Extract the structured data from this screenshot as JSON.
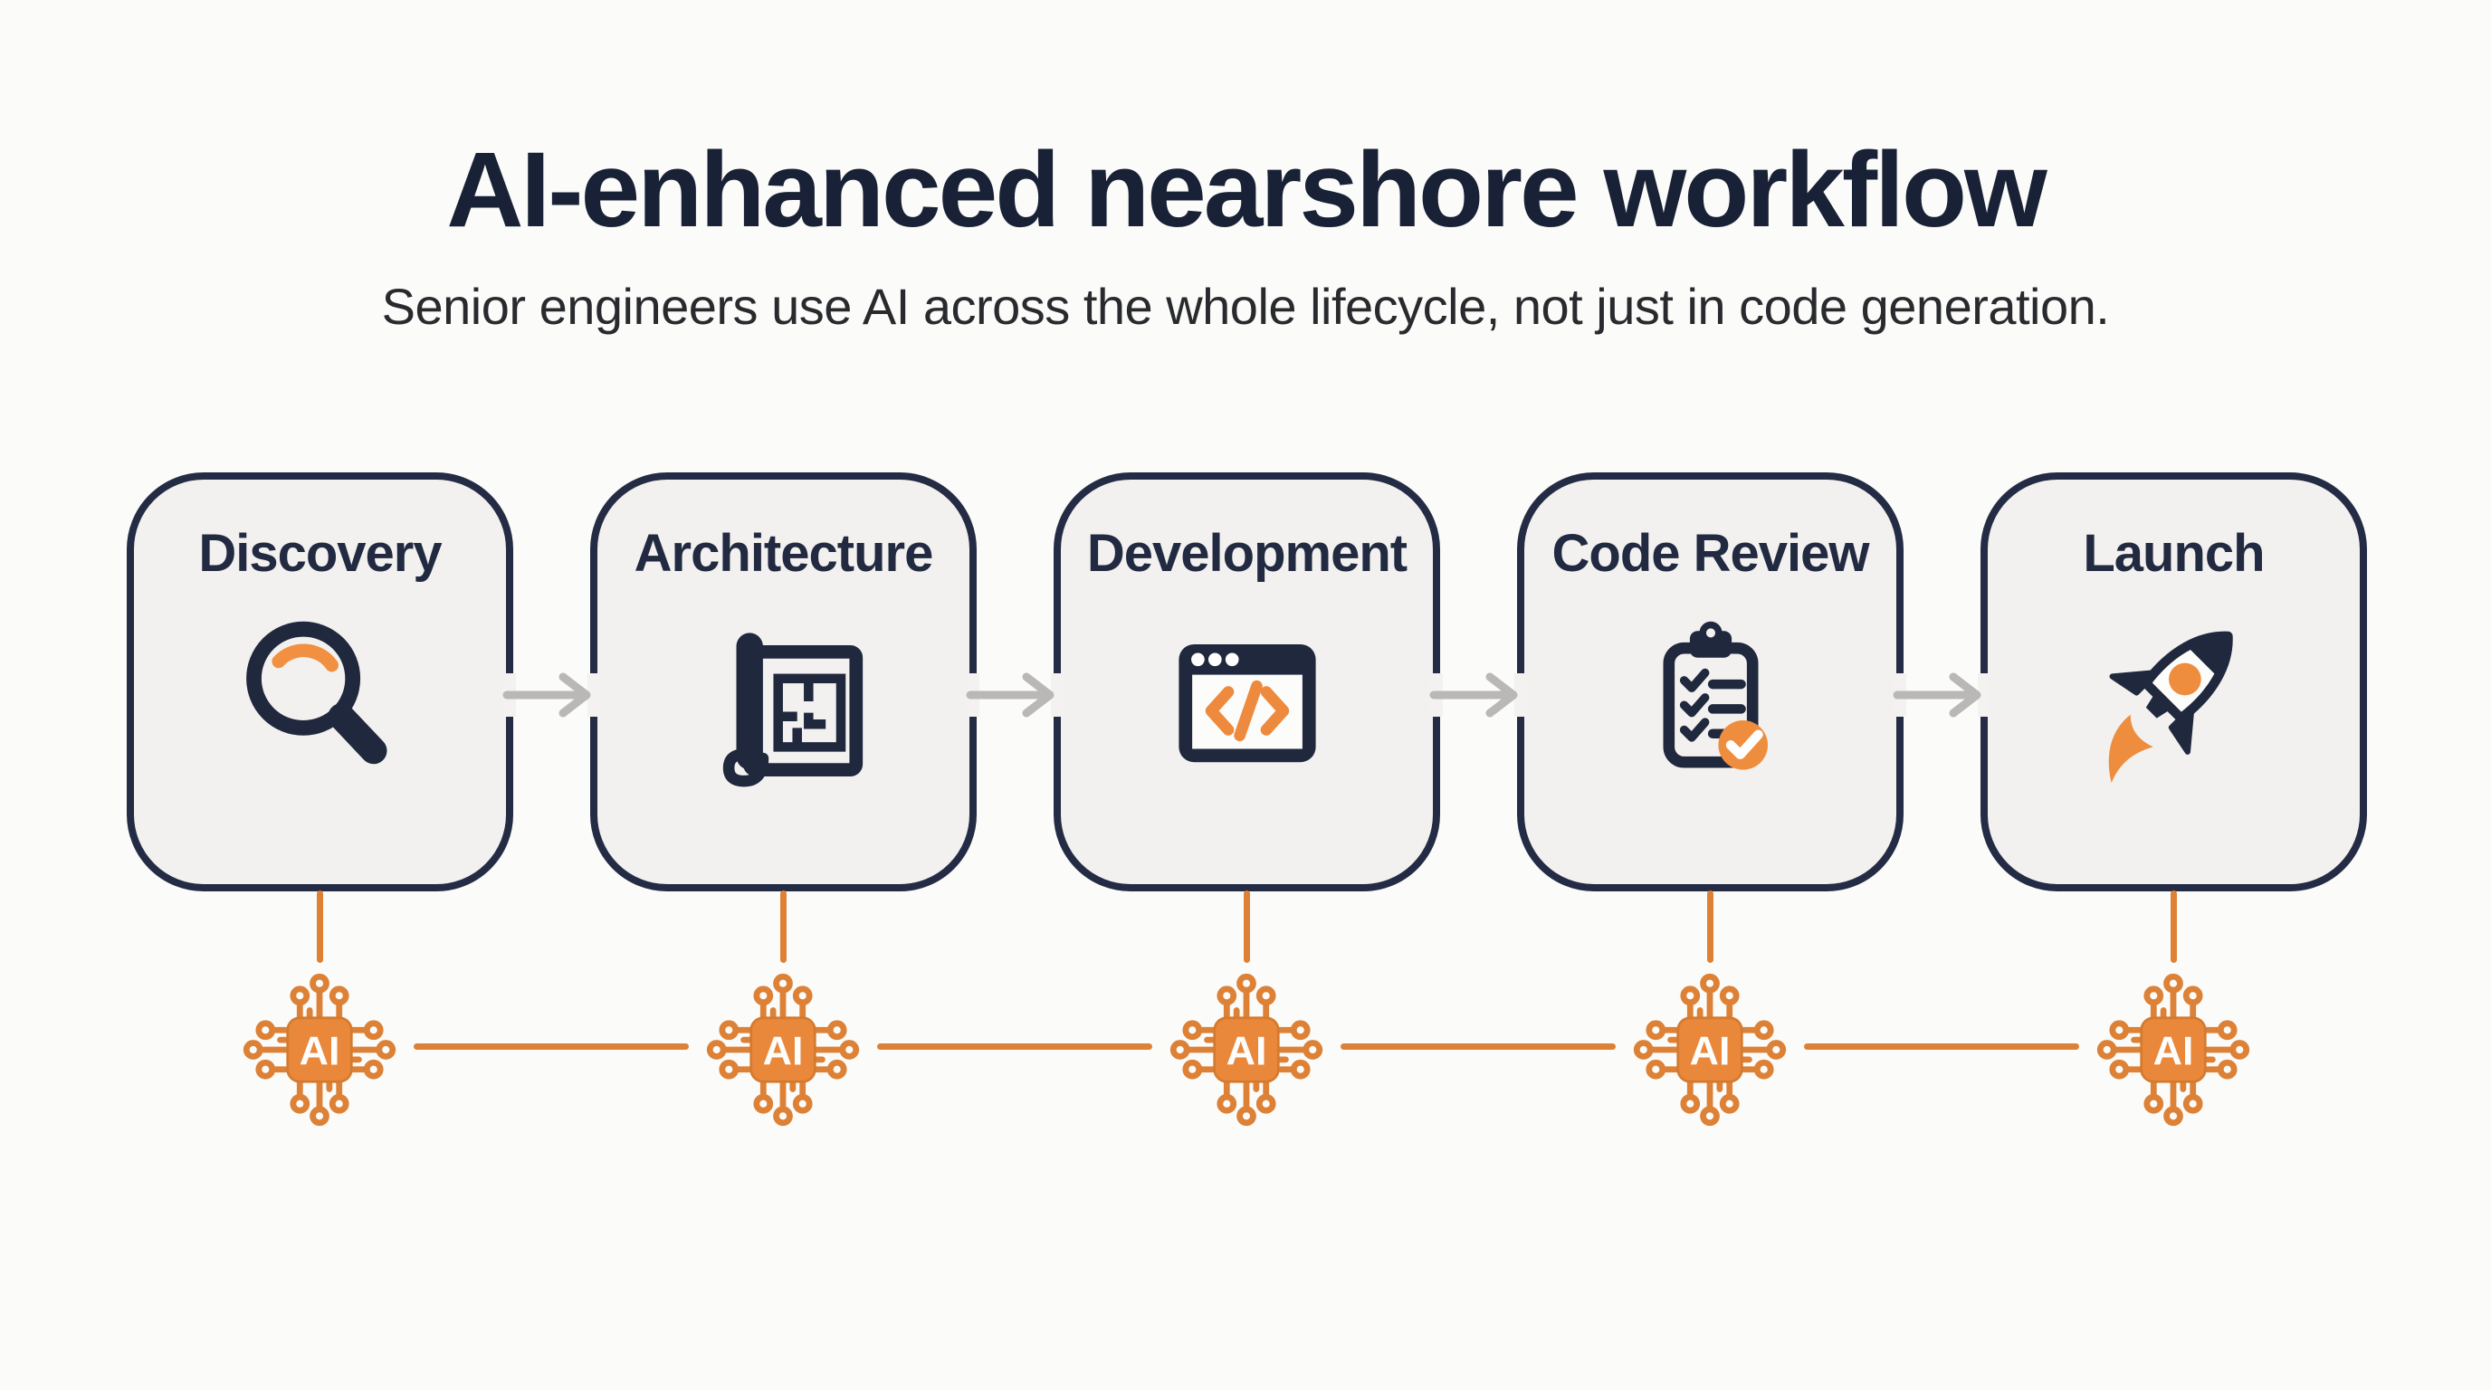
{
  "header": {
    "title": "AI-enhanced nearshore workflow",
    "subtitle": "Senior engineers use AI across the whole lifecycle, not just in code generation."
  },
  "workflow": {
    "stages": [
      {
        "label": "Discovery",
        "icon": "magnifier-icon"
      },
      {
        "label": "Architecture",
        "icon": "blueprint-icon"
      },
      {
        "label": "Development",
        "icon": "code-window-icon"
      },
      {
        "label": "Code Review",
        "icon": "checklist-icon"
      },
      {
        "label": "Launch",
        "icon": "rocket-icon"
      }
    ],
    "ai_chip_label": "AI"
  },
  "colors": {
    "navy": "#242B44",
    "title_text": "#182135",
    "orange_line": "#DD8136",
    "chip_orange": "#E9873B",
    "accent_orange": "#EE8D3D",
    "arrow_gray": "#B9B8B6",
    "box_fill": "#F2F1EF",
    "page_bg": "#FBFBF9"
  }
}
